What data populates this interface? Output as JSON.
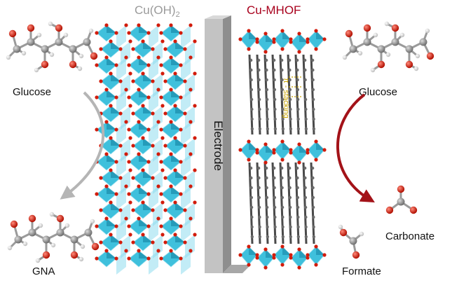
{
  "labels": {
    "left_title_main": "Cu(OH)",
    "left_title_sub": "2",
    "right_title": "Cu-MHOF",
    "electrode": "Electrode",
    "pi_stacking": "π - stacking",
    "glucose_left": "Glucose",
    "gna": "GNA",
    "glucose_right": "Glucose",
    "carbonate": "Carbonate",
    "formate": "Formate"
  },
  "colors": {
    "grey_title": "#9a9a9a",
    "red_title": "#a8001c",
    "grey_arrow": "#b5b5b5",
    "red_arrow": "#a31218",
    "octahedron": "#3fc0dc",
    "octahedron_dark": "#1e8fae",
    "oxygen": "#d21c0c",
    "carbon": "#8d8d8d",
    "hydrogen": "#e8e8e8",
    "electrode_front": "#c3c3c3",
    "electrode_side": "#8e8e8e",
    "pi_stacking": "#c9a400"
  },
  "icons": [
    "glucose-molecule-icon",
    "gna-molecule-icon",
    "carbonate-molecule-icon",
    "formate-molecule-icon"
  ]
}
